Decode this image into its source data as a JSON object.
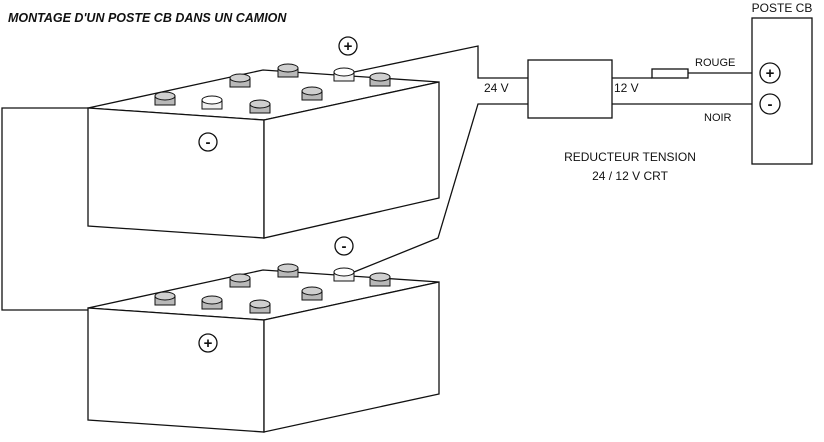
{
  "title": "MONTAGE D'UN POSTE CB DANS UN CAMION",
  "poste_cb": {
    "label": "POSTE CB",
    "plus_sign": "+",
    "minus_sign": "-"
  },
  "reducteur": {
    "input_label": "24 V",
    "output_label": "12 V",
    "caption_line1": "REDUCTEUR TENSION",
    "caption_line2": "24 / 12 V CRT"
  },
  "wires": {
    "red_label": "ROUGE",
    "black_label": "NOIR"
  },
  "battery_top": {
    "terminal_plus": "+",
    "side_sign": "-"
  },
  "battery_bottom": {
    "terminal_minus": "-",
    "side_sign": "+"
  }
}
